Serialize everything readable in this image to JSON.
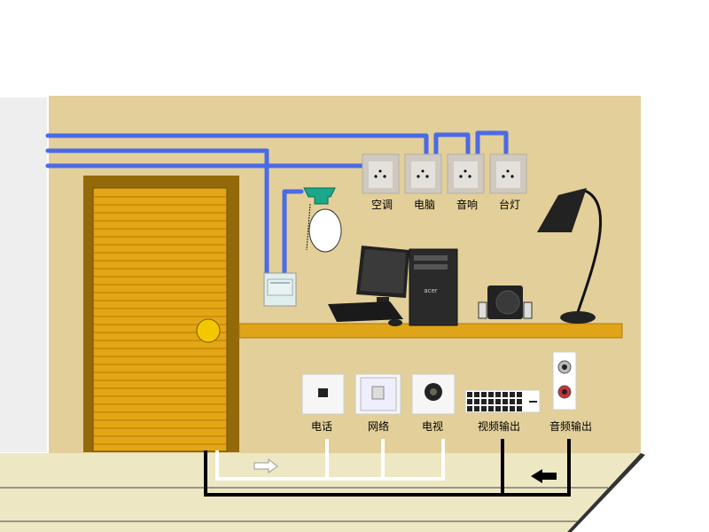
{
  "colors": {
    "wall": "#e3cf99",
    "side_wall": "#eeeeee",
    "floor": "#ede7c4",
    "wire": "#4a6ae6",
    "door_frame": "#94690a",
    "door": "#e4a614",
    "shelf": "#e0a418"
  },
  "top_sockets": [
    {
      "label": "空调",
      "icon": "power-socket-icon"
    },
    {
      "label": "电脑",
      "icon": "power-socket-icon"
    },
    {
      "label": "音响",
      "icon": "power-socket-icon"
    },
    {
      "label": "台灯",
      "icon": "power-socket-icon"
    }
  ],
  "bottom_outlets": [
    {
      "label": "电话",
      "icon": "phone-jack-icon"
    },
    {
      "label": "网络",
      "icon": "network-jack-icon"
    },
    {
      "label": "电视",
      "icon": "tv-coax-icon"
    },
    {
      "label": "视频输出",
      "icon": "video-output-icon"
    },
    {
      "label": "音频输出",
      "icon": "audio-output-icon"
    }
  ],
  "computer_brand": "acer"
}
